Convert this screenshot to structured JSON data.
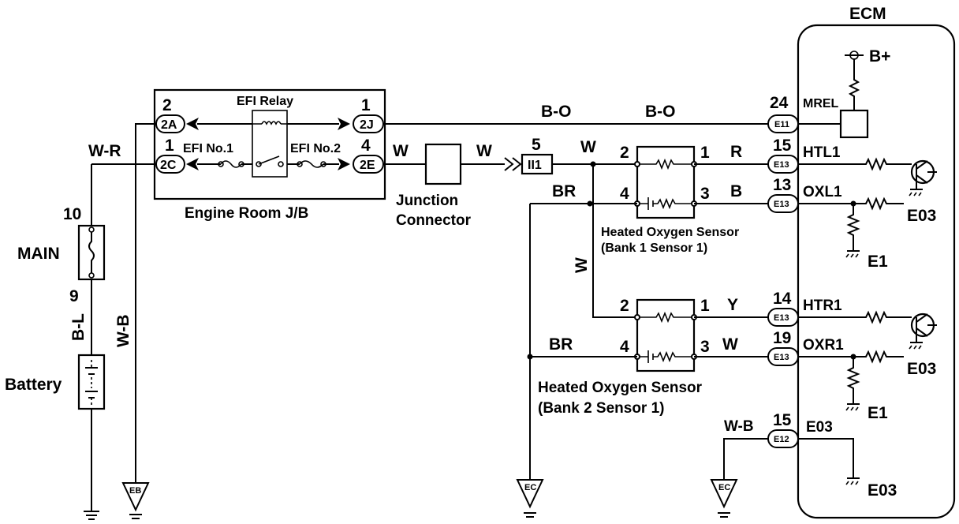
{
  "labels": {
    "ecm": "ECM",
    "efi_relay": "EFI Relay",
    "efi_no1": "EFI No.1",
    "efi_no2": "EFI No.2",
    "engine_room_jb": "Engine Room J/B",
    "junction_connector_1": "Junction",
    "junction_connector_2": "Connector",
    "main": "MAIN",
    "battery": "Battery",
    "b_plus": "B+",
    "mrel": "MREL",
    "hos_b1_line1": "Heated Oxygen Sensor",
    "hos_b1_line2": "(Bank 1 Sensor 1)",
    "hos_b2_line1": "Heated Oxygen Sensor",
    "hos_b2_line2": "(Bank 2 Sensor 1)"
  },
  "wires": {
    "wr": "W-R",
    "wb_left": "W-B",
    "bl": "B-L",
    "bo1": "B-O",
    "bo2": "B-O",
    "w1": "W",
    "w2": "W",
    "w3": "W",
    "w_vert": "W",
    "br1": "BR",
    "br2": "BR",
    "r": "R",
    "b": "B",
    "y": "Y",
    "w4": "W",
    "wb_ec": "W-B"
  },
  "pins": {
    "jb_2": "2",
    "jb_1_top": "1",
    "jb_1": "1",
    "jb_4": "4",
    "main_10": "10",
    "main_9": "9",
    "jc_5": "5",
    "s1_2": "2",
    "s1_1": "1",
    "s1_4": "4",
    "s1_3": "3",
    "s2_2": "2",
    "s2_1": "1",
    "s2_4": "4",
    "s2_3": "3",
    "ecm_24": "24",
    "ecm_15a": "15",
    "ecm_13": "13",
    "ecm_14": "14",
    "ecm_19": "19",
    "ecm_15b": "15"
  },
  "connectors": {
    "c2a": "2A",
    "c2j": "2J",
    "c2c": "2C",
    "c2e": "2E",
    "ii1": "II1",
    "e11": "E11",
    "e13a": "E13",
    "e13b": "E13",
    "e13c": "E13",
    "e13d": "E13",
    "e12": "E12"
  },
  "ecm_terminals": {
    "htl1": "HTL1",
    "oxl1": "OXL1",
    "htr1": "HTR1",
    "oxr1": "OXR1",
    "e03_in": "E03",
    "e03_a": "E03",
    "e1_a": "E1",
    "e03_b": "E03",
    "e1_b": "E1",
    "e03_c": "E03"
  },
  "grounds": {
    "eb": "EB",
    "ec1": "EC",
    "ec2": "EC"
  }
}
